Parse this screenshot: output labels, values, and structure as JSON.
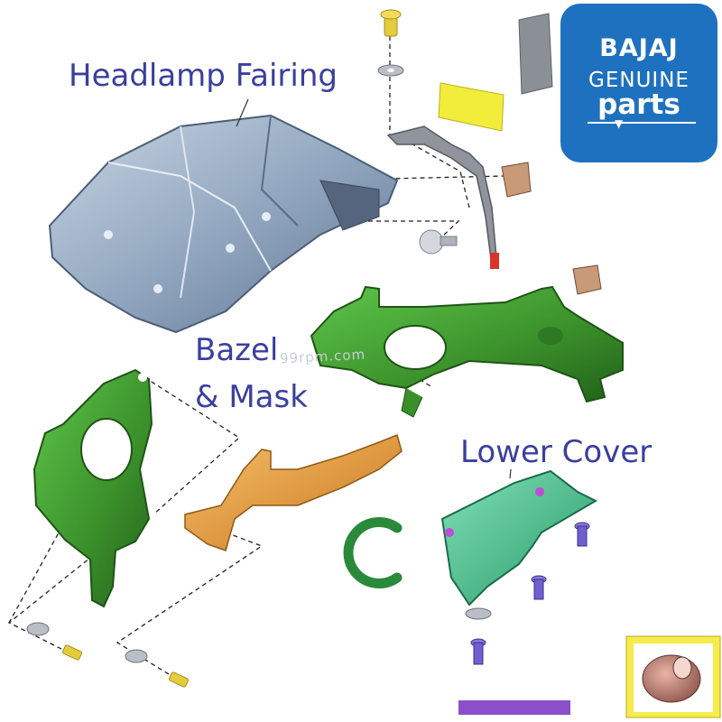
{
  "labels": {
    "headlamp_fairing": "Headlamp Fairing",
    "bazel": "Bazel",
    "mask": "& Mask",
    "lower_cover": "Lower Cover"
  },
  "badge": {
    "brand": "BAJAJ",
    "line1": "GENUINE",
    "line2": "parts"
  },
  "watermark": "99rpm.com",
  "colors": {
    "label_text": "#3a3f9e",
    "badge_bg": "#1e71bf",
    "fairing": "#9aaec4",
    "bracket_green": "#3f9a2e",
    "lower_cover": "#3fb58a",
    "orange_part": "#e39a3c",
    "bolt_purple": "#6a5acd"
  }
}
